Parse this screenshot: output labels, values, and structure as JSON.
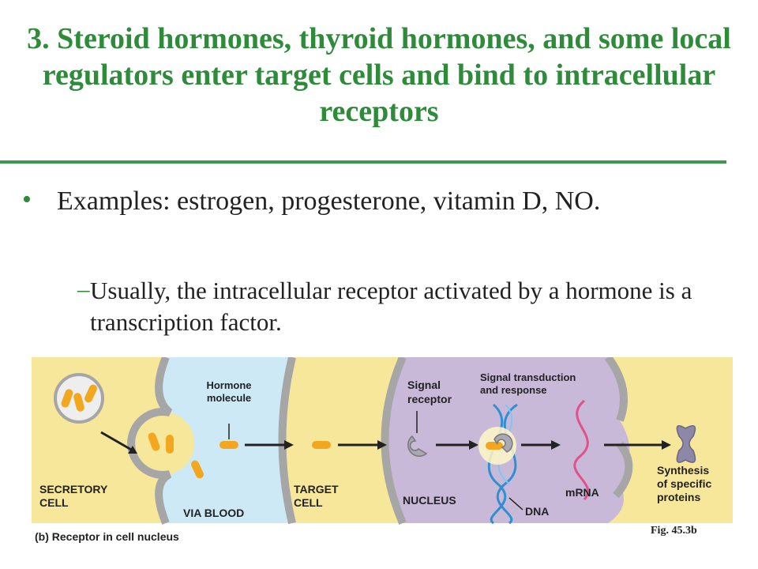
{
  "title": "3. Steroid hormones, thyroid hormones, and some local regulators enter target cells and bind to intracellular receptors",
  "bullet": {
    "marker": "•",
    "text": "Examples: estrogen, progesterone, vitamin D, NO."
  },
  "sub_bullet": {
    "marker": "–",
    "text": "Usually, the intracellular receptor activated by a hormone is a transcription factor."
  },
  "figure": {
    "labels": {
      "hormone_molecule_1": "Hormone",
      "hormone_molecule_2": "molecule",
      "signal_receptor_1": "Signal",
      "signal_receptor_2": "receptor",
      "signal_transduction_1": "Signal transduction",
      "signal_transduction_2": "and response",
      "secretory_cell_1": "SECRETORY",
      "secretory_cell_2": "CELL",
      "via_blood": "VIA BLOOD",
      "target_cell_1": "TARGET",
      "target_cell_2": "CELL",
      "nucleus": "NUCLEUS",
      "mrna": "mRNA",
      "dna": "DNA",
      "synthesis_1": "Synthesis",
      "synthesis_2": "of specific",
      "synthesis_3": "proteins"
    },
    "caption": "(b) Receptor in cell nucleus",
    "reference": "Fig. 45.3b",
    "colors": {
      "cell_background": "#f7e79a",
      "blood": "#cde9f6",
      "nucleus": "#c9b9d9",
      "hormone": "#f2a71f",
      "receptor": "#a9a9b5",
      "dna": "#2f8fd0",
      "mrna": "#e2508d",
      "protein": "#8d87a8"
    }
  }
}
